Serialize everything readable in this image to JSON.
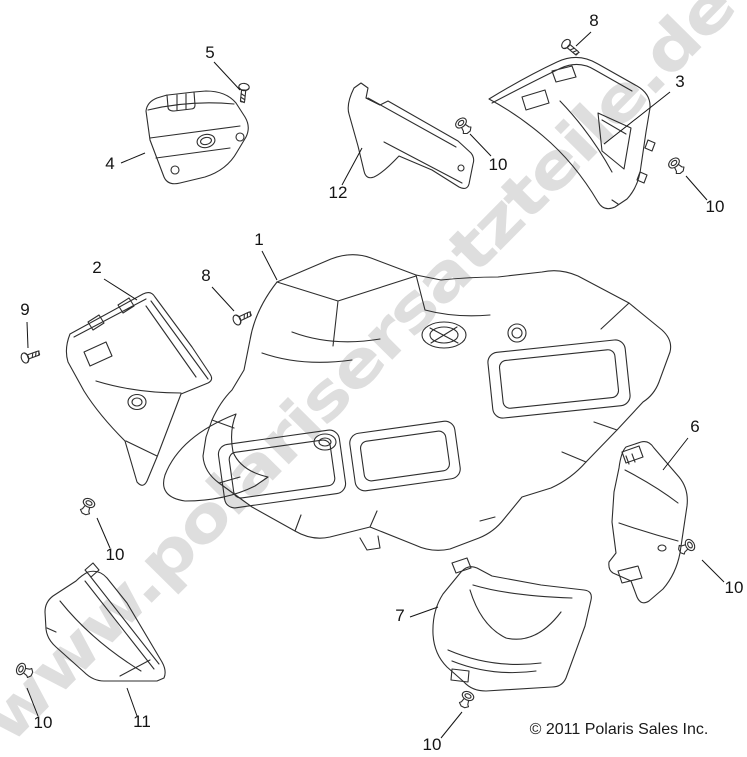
{
  "diagram": {
    "watermark": "www.polarisersatzteile.de",
    "copyright": "© 2011 Polaris Sales Inc.",
    "colors": {
      "background": "#ffffff",
      "line_art": "#2e2e2e",
      "watermark": "#dedede",
      "label_text": "#141414"
    },
    "callouts": [
      {
        "label": "5"
      },
      {
        "label": "8"
      },
      {
        "label": "3"
      },
      {
        "label": "10"
      },
      {
        "label": "10"
      },
      {
        "label": "4"
      },
      {
        "label": "12"
      },
      {
        "label": "1"
      },
      {
        "label": "2"
      },
      {
        "label": "8"
      },
      {
        "label": "9"
      },
      {
        "label": "6"
      },
      {
        "label": "10"
      },
      {
        "label": "10"
      },
      {
        "label": "10"
      },
      {
        "label": "7"
      },
      {
        "label": "11"
      },
      {
        "label": "10"
      }
    ]
  }
}
